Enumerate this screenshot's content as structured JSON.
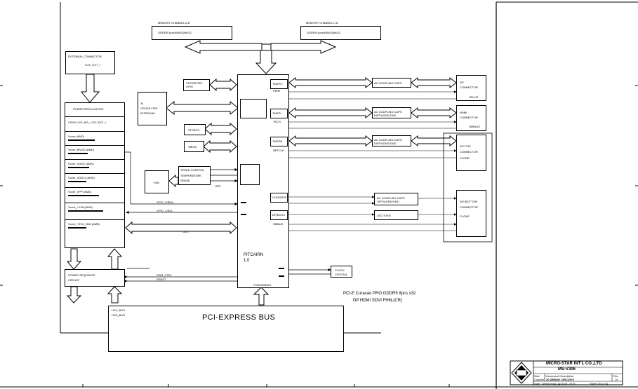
{
  "memory": {
    "ab_title": "MEMORY CHANNEL A,B",
    "ab_part": "GDDR5 4pcs/64M/32bit/32",
    "cd_title": "MEMORY CHANNEL C,D",
    "cd_part": "GDDR5 4pcs/64M/32bit/32"
  },
  "ext_conn": {
    "title": "EXTERNAL CONNECTOR",
    "sub": "+12V_EXT_+"
  },
  "power_reg": {
    "title": "POWER REGULATORS",
    "rows": [
      "CRXXL1V2_MS_+12V_EXT_+",
      "Vcore (AMD)",
      "Vcore_MVDD (AMD)",
      "Vcore_VDDC (AMD)",
      "Vcore_VDDCI (AMD)",
      "Vcore_VPP (AMD)",
      "Vcore_+1V8 (AMD)",
      "Vcore_+3V3_VDD (AMD)"
    ]
  },
  "power_seq": {
    "title": "POWER SEQUENCE",
    "sub": "CIRCUIT"
  },
  "crossfire": {
    "line1": "To",
    "line2": "CROSS FIRE",
    "line3": "INTERLINK"
  },
  "small_boxes": {
    "crossfire_gpio": "CROSSFIRE\nGPIO",
    "straps": "STRAPS",
    "vbios": "VBIOS"
  },
  "fan": {
    "label": "FAN",
    "ctrl1": "SPEED CONTROL",
    "ctrl2": "TEMPERATURE",
    "ctrl3": "SENSE"
  },
  "gpu": {
    "name": "PITCAIRN",
    "sub": "1.0",
    "port_labels": [
      "TMDPO",
      "TMDPI",
      "TMDPB",
      "LVDS/DP/F",
      "DP/DCKS"
    ],
    "bottom_label": "PCIE/DMM/IO"
  },
  "ac_blocks": [
    "AC COUPLING CAPS",
    "AC COUPLING CAPS\nDIFF/AGND/GND",
    "AC COUPLING CAPS\nDIFF/AGND/GND",
    "AC COUPLING CAPS\nDIFF/AGND/GND",
    "LED TVEN"
  ],
  "connectors": {
    "dp": {
      "line1": "DP",
      "line2": "CONNECTOR"
    },
    "hdmi": {
      "line1": "HDMI",
      "line2": "CONNECTOR"
    },
    "dvi_top": {
      "line1": "DVI TOP",
      "line2": "CONNECTOR",
      "line3": "CLONE"
    },
    "dvi_bottom": {
      "line1": "DVI BOTTOM",
      "line2": "CONNECTOR",
      "line3": "CLONE"
    }
  },
  "clock": {
    "line1": "CLOCK",
    "line2": "CRYSTAL"
  },
  "notes": {
    "line1": "PCI-E Curacao PRO GDDR5 8pcs x32",
    "line2": "DP HDMI SDVI FH6L(CR)"
  },
  "pci_bus": {
    "label": "PCI-EXPRESS BUS",
    "sig1": "+12V_BUS",
    "sig2": "+3V3_BUS"
  },
  "title_block": {
    "company": "MICRO-STAR INT'L CO.,LTD",
    "model": "MS-V306",
    "logo": "MSI",
    "size_label": "Size",
    "doc_label": "Document Description",
    "custom": "Custom",
    "description": "20 DEBUG CIRCUITS",
    "rev_label": "Rev",
    "rev": "10",
    "date_label": "Date:",
    "date": "Wednesday, April 08, 2015",
    "sheet": "Sheet 30 of 34"
  },
  "signals": [
    "GPIO_0/SDA",
    "GPIO_1/SCL",
    "PWR_CTRL",
    "PERST",
    "DDC",
    "HPD",
    "PWM",
    "TACH",
    "REFCLK",
    "SMBUS",
    "DPLUS",
    "DMINUS"
  ],
  "colors": {
    "line": "#000000",
    "background": "#ffffff"
  }
}
